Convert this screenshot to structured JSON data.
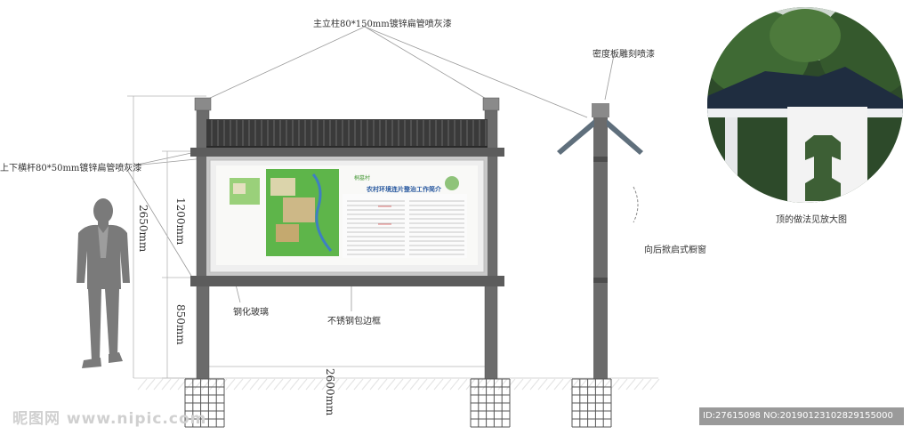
{
  "labels": {
    "main_post": "主立柱80*150mm镀锌扁管喷灰漆",
    "rails": "上下横杆80*50mm镀锌扁管喷灰漆",
    "density_board": "密度板雕刻喷漆",
    "glass": "钢化玻璃",
    "frame": "不锈钢包边框",
    "window": "向后掀启式橱窗",
    "roof_detail": "顶的做法见放大图"
  },
  "dimensions": {
    "total_height": "2650mm",
    "panel_height": "1200mm",
    "lower_height": "850mm",
    "width": "2600mm"
  },
  "poster": {
    "header_small": "桐墓村",
    "title": "农村环境连片整治工作简介"
  },
  "watermark": {
    "logo": "昵图网 www.nipic.com",
    "id_text": "ID:27615098 NO:20190123102829155000"
  }
}
